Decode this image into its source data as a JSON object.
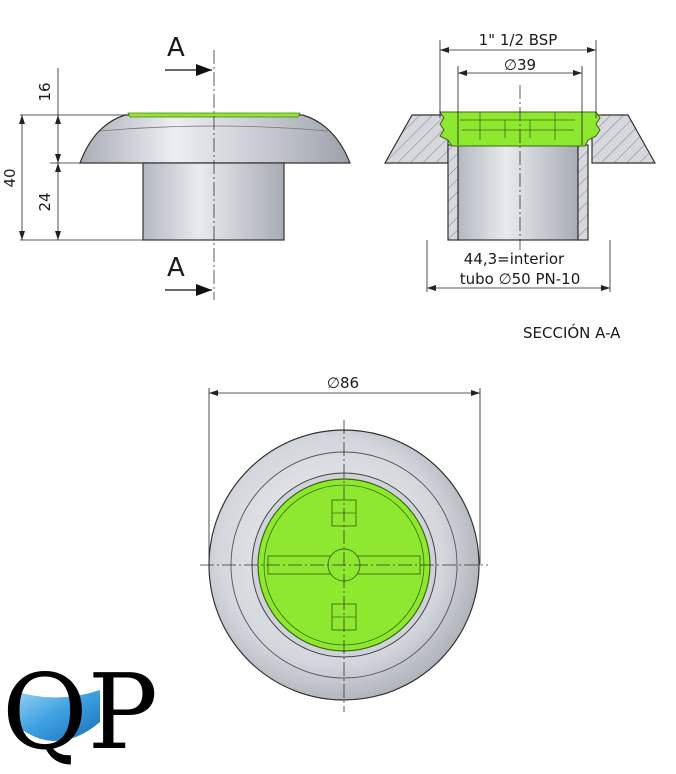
{
  "section_marks": {
    "top": "A",
    "bottom": "A"
  },
  "dimensions": {
    "height_top": "16",
    "height_total": "40",
    "height_bottom": "24",
    "thread": "1\" 1/2 BSP",
    "inner_diameter": "∅39",
    "interior_line1": "44,3=interior",
    "interior_line2": "tubo ∅50 PN-10",
    "outer_diameter": "∅86"
  },
  "section_caption": "SECCIÓN A-A",
  "logo": {
    "text": "QP"
  },
  "colors": {
    "accent_green": "#8fe830",
    "body_grey": "#c9ccd3",
    "hatch_grey": "#d6d8de"
  }
}
